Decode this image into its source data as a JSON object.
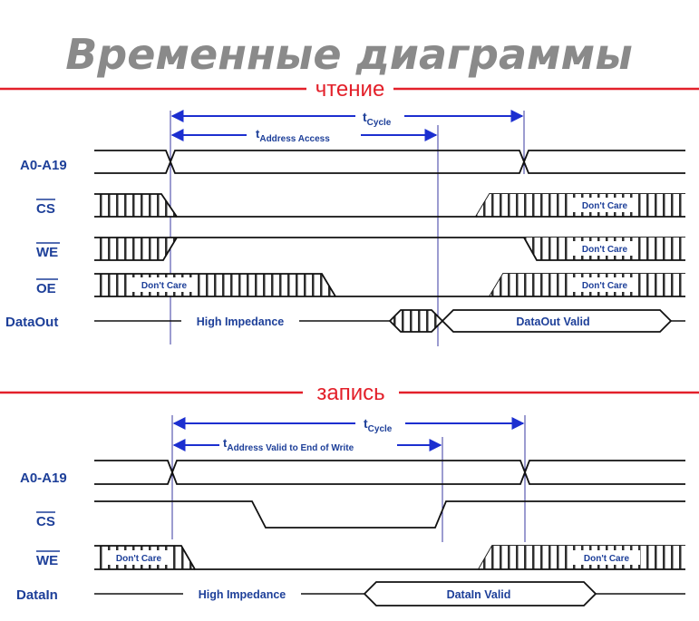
{
  "title": "Временные диаграммы",
  "colors": {
    "title": "#8a8a8a",
    "section": "#e3202a",
    "label": "#1d3f99",
    "arrow": "#1c2fd0",
    "trace": "#111111"
  },
  "read": {
    "section_label": "чтение",
    "t_cycle": {
      "main": "t",
      "sub": "Cycle"
    },
    "t_access": {
      "main": "t",
      "sub": "Address Access"
    },
    "signals": {
      "address": "A0-A19",
      "cs": "CS",
      "we": "WE",
      "oe": "OE",
      "dataout": "DataOut"
    },
    "notes": {
      "dont_care": "Don't Care",
      "high_z": "High Impedance",
      "valid": "DataOut Valid"
    }
  },
  "write": {
    "section_label": "запись",
    "t_cycle": {
      "main": "t",
      "sub": "Cycle"
    },
    "t_valid": {
      "main": "t",
      "sub": "Address Valid to End of Write"
    },
    "signals": {
      "address": "A0-A19",
      "cs": "CS",
      "we": "WE",
      "datain": "DataIn"
    },
    "notes": {
      "dont_care": "Don't Care",
      "high_z": "High Impedance",
      "valid": "DataIn Valid"
    }
  }
}
